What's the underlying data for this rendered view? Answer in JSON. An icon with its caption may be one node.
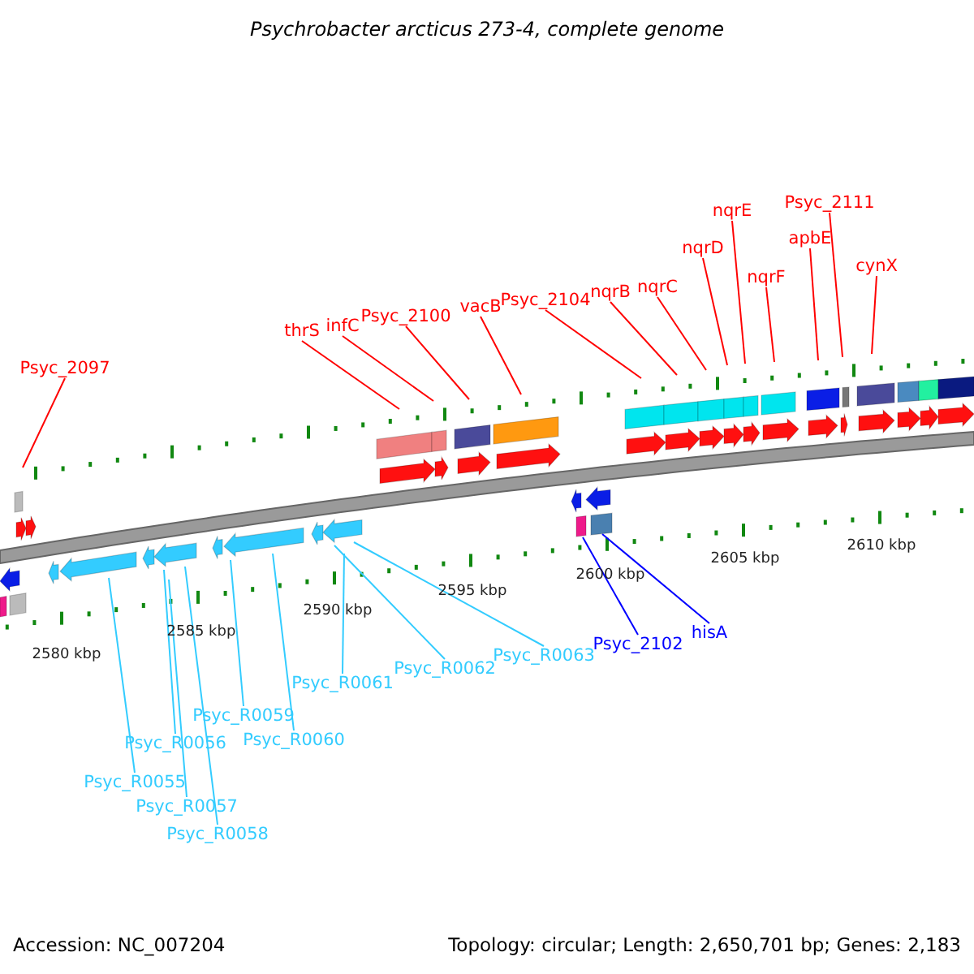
{
  "diagram": {
    "title": "Psychrobacter arcticus 273-4, complete genome",
    "nodes": [
      {
        "text": [
          "Psyc_2097"
        ]
      },
      {
        "text": [
          "thrS"
        ]
      },
      {
        "text": [
          "infC"
        ]
      },
      {
        "text": [
          "Psyc_2100"
        ]
      },
      {
        "text": [
          "vacB"
        ]
      },
      {
        "text": [
          "Psyc_2104"
        ]
      },
      {
        "text": [
          "nqrB"
        ]
      },
      {
        "text": [
          "nqrC"
        ]
      },
      {
        "text": [
          "nqrD"
        ]
      },
      {
        "text": [
          "nqrE"
        ]
      },
      {
        "text": [
          "nqrF"
        ]
      },
      {
        "text": [
          "apbE"
        ]
      },
      {
        "text": [
          "Psyc_2111"
        ]
      },
      {
        "text": [
          "cynX"
        ]
      },
      {
        "text": [
          "Psyc_R0055"
        ]
      },
      {
        "text": [
          "Psyc_R0056"
        ]
      },
      {
        "text": [
          "Psyc_R0057"
        ]
      },
      {
        "text": [
          "Psyc_R0058"
        ]
      },
      {
        "text": [
          "Psyc_R0059"
        ]
      },
      {
        "text": [
          "Psyc_R0060"
        ]
      },
      {
        "text": [
          "Psyc_R0061"
        ]
      },
      {
        "text": [
          "Psyc_R0062"
        ]
      },
      {
        "text": [
          "Psyc_R0063"
        ]
      },
      {
        "text": [
          "Psyc_2102"
        ]
      },
      {
        "text": [
          "hisA"
        ]
      }
    ],
    "edges": [
      {
        "from": 0,
        "to": null,
        "arrow": "none"
      },
      {
        "from": 1,
        "to": null,
        "arrow": "none"
      },
      {
        "from": 2,
        "to": null,
        "arrow": "none"
      },
      {
        "from": 3,
        "to": null,
        "arrow": "none"
      },
      {
        "from": 4,
        "to": null,
        "arrow": "none"
      },
      {
        "from": 5,
        "to": null,
        "arrow": "none"
      },
      {
        "from": 6,
        "to": null,
        "arrow": "none"
      },
      {
        "from": 7,
        "to": null,
        "arrow": "none"
      },
      {
        "from": 8,
        "to": null,
        "arrow": "none"
      },
      {
        "from": 9,
        "to": null,
        "arrow": "none"
      },
      {
        "from": 10,
        "to": null,
        "arrow": "none"
      },
      {
        "from": 11,
        "to": null,
        "arrow": "none"
      },
      {
        "from": 12,
        "to": null,
        "arrow": "none"
      },
      {
        "from": 13,
        "to": null,
        "arrow": "none"
      },
      {
        "from": 14,
        "to": null,
        "arrow": "none",
        "color": "#33ccff"
      },
      {
        "from": 15,
        "to": null,
        "arrow": "none",
        "color": "#33ccff"
      },
      {
        "from": 16,
        "to": null,
        "arrow": "none",
        "color": "#33ccff"
      },
      {
        "from": 17,
        "to": null,
        "arrow": "none",
        "color": "#33ccff"
      },
      {
        "from": 18,
        "to": null,
        "arrow": "none",
        "color": "#33ccff"
      },
      {
        "from": 19,
        "to": null,
        "arrow": "none",
        "color": "#33ccff"
      },
      {
        "from": 20,
        "to": null,
        "arrow": "none",
        "color": "#33ccff"
      },
      {
        "from": 21,
        "to": null,
        "arrow": "none",
        "color": "#33ccff"
      },
      {
        "from": 22,
        "to": null,
        "arrow": "none",
        "color": "#33ccff"
      },
      {
        "from": 23,
        "to": null,
        "arrow": "none",
        "color": "#0000ff"
      },
      {
        "from": 24,
        "to": null,
        "arrow": "none",
        "color": "#0000ff"
      }
    ],
    "labels": [
      "2580 kbp",
      "2585 kbp",
      "2590 kbp",
      "2595 kbp",
      "2600 kbp",
      "2605 kbp",
      "2610 kbp",
      "Accession: NC_007204",
      "Topology: circular; Length: 2,650,701 bp; Genes: 2,183"
    ]
  }
}
